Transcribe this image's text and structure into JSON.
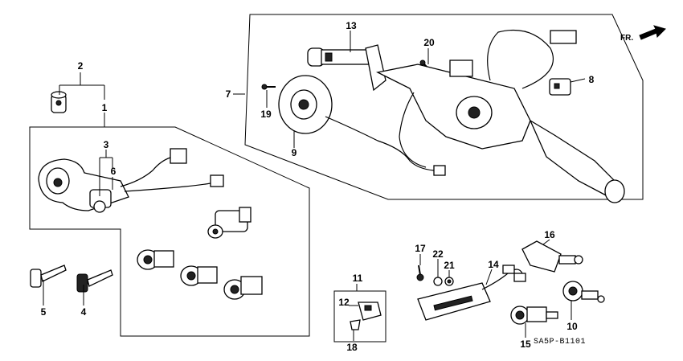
{
  "callouts": {
    "c1": "1",
    "c2": "2",
    "c3": "3",
    "c4": "4",
    "c5": "5",
    "c6": "6",
    "c7": "7",
    "c8": "8",
    "c9": "9",
    "c10": "10",
    "c11": "11",
    "c12": "12",
    "c13": "13",
    "c14": "14",
    "c15": "15",
    "c16": "16",
    "c17": "17",
    "c18": "18",
    "c19": "19",
    "c20": "20",
    "c21": "21",
    "c22": "22"
  },
  "direction_label": "FR.",
  "diagram_code": "SA5P-B1101",
  "icons": {
    "direction": "fr-arrow-icon"
  }
}
